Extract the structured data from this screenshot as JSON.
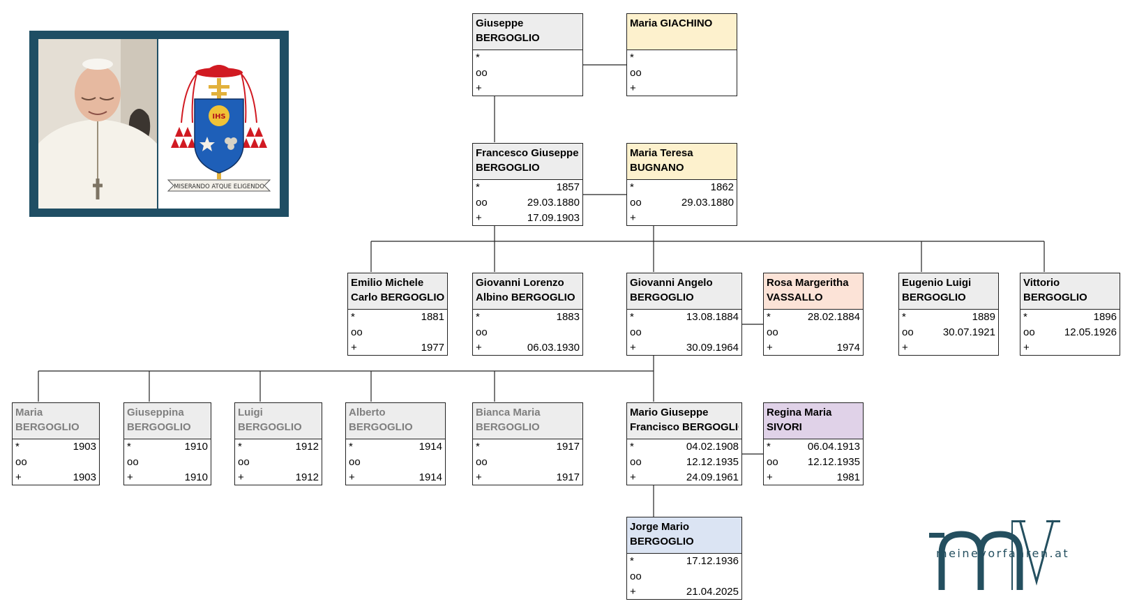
{
  "persons": {
    "p_giuseppe": {
      "line1": "Giuseppe",
      "line2": "BERGOGLIO",
      "birth": "",
      "marriage": "",
      "death": "",
      "color": "#ededed"
    },
    "p_maria_giachino": {
      "line1": "Maria GIACHINO",
      "line2": "",
      "birth": "",
      "marriage": "",
      "death": "",
      "color": "#fdf1cd"
    },
    "p_francesco": {
      "line1": "Francesco Giuseppe",
      "line2": "BERGOGLIO",
      "birth": "1857",
      "marriage": "29.03.1880",
      "death": "17.09.1903",
      "color": "#ededed"
    },
    "p_maria_teresa": {
      "line1": "Maria Teresa",
      "line2": "BUGNANO",
      "birth": "1862",
      "marriage": "29.03.1880",
      "death": "",
      "color": "#fdf1cd"
    },
    "p_emilio": {
      "line1": "Emilio Michele",
      "line2": "Carlo BERGOGLIO",
      "birth": "1881",
      "marriage": "",
      "death": "1977",
      "color": "#ededed"
    },
    "p_giovanni_lorenzo": {
      "line1": "Giovanni Lorenzo",
      "line2": "Albino BERGOGLIO",
      "birth": "1883",
      "marriage": "",
      "death": "06.03.1930",
      "color": "#ededed"
    },
    "p_giovanni_angelo": {
      "line1": "Giovanni Angelo",
      "line2": "BERGOGLIO",
      "birth": "13.08.1884",
      "marriage": "",
      "death": "30.09.1964",
      "color": "#ededed"
    },
    "p_rosa": {
      "line1": "Rosa Margeritha",
      "line2": "VASSALLO",
      "birth": "28.02.1884",
      "marriage": "",
      "death": "1974",
      "color": "#fce3d7"
    },
    "p_eugenio": {
      "line1": "Eugenio Luigi",
      "line2": "BERGOGLIO",
      "birth": "1889",
      "marriage": "30.07.1921",
      "death": "",
      "color": "#ededed"
    },
    "p_vittorio": {
      "line1": "Vittorio",
      "line2": "BERGOGLIO",
      "birth": "1896",
      "marriage": "12.05.1926",
      "death": "",
      "color": "#ededed"
    },
    "p_maria_b": {
      "line1": "Maria",
      "line2": "BERGOGLIO",
      "birth": "1903",
      "marriage": "",
      "death": "1903",
      "color": "#ededed"
    },
    "p_giuseppina": {
      "line1": "Giuseppina",
      "line2": "BERGOGLIO",
      "birth": "1910",
      "marriage": "",
      "death": "1910",
      "color": "#ededed"
    },
    "p_luigi": {
      "line1": "Luigi",
      "line2": "BERGOGLIO",
      "birth": "1912",
      "marriage": "",
      "death": "1912",
      "color": "#ededed"
    },
    "p_alberto": {
      "line1": "Alberto",
      "line2": "BERGOGLIO",
      "birth": "1914",
      "marriage": "",
      "death": "1914",
      "color": "#ededed"
    },
    "p_bianca": {
      "line1": "Bianca Maria",
      "line2": "BERGOGLIO",
      "birth": "1917",
      "marriage": "",
      "death": "1917",
      "color": "#ededed"
    },
    "p_mario": {
      "line1": "Mario Giuseppe",
      "line2": "Francisco BERGOGLIO",
      "birth": "04.02.1908",
      "marriage": "12.12.1935",
      "death": "24.09.1961",
      "color": "#ededed"
    },
    "p_regina": {
      "line1": "Regina Maria",
      "line2": "SIVORI",
      "birth": "06.04.1913",
      "marriage": "12.12.1935",
      "death": "1981",
      "color": "#e0d2e8"
    },
    "p_jorge": {
      "line1": "Jorge Mario",
      "line2": "BERGOGLIO",
      "birth": "17.12.1936",
      "marriage": "",
      "death": "21.04.2025",
      "color": "#dbe4f3"
    }
  },
  "symbols": {
    "birth": "*",
    "marriage": "oo",
    "death": "+"
  },
  "motto": "MISERANDO ATQUE ELIGENDO",
  "emblem_text": "IHS",
  "logo": {
    "text": "meinevorfahren.at",
    "color": "#244f5f"
  },
  "frame_color": "#1f4e64"
}
